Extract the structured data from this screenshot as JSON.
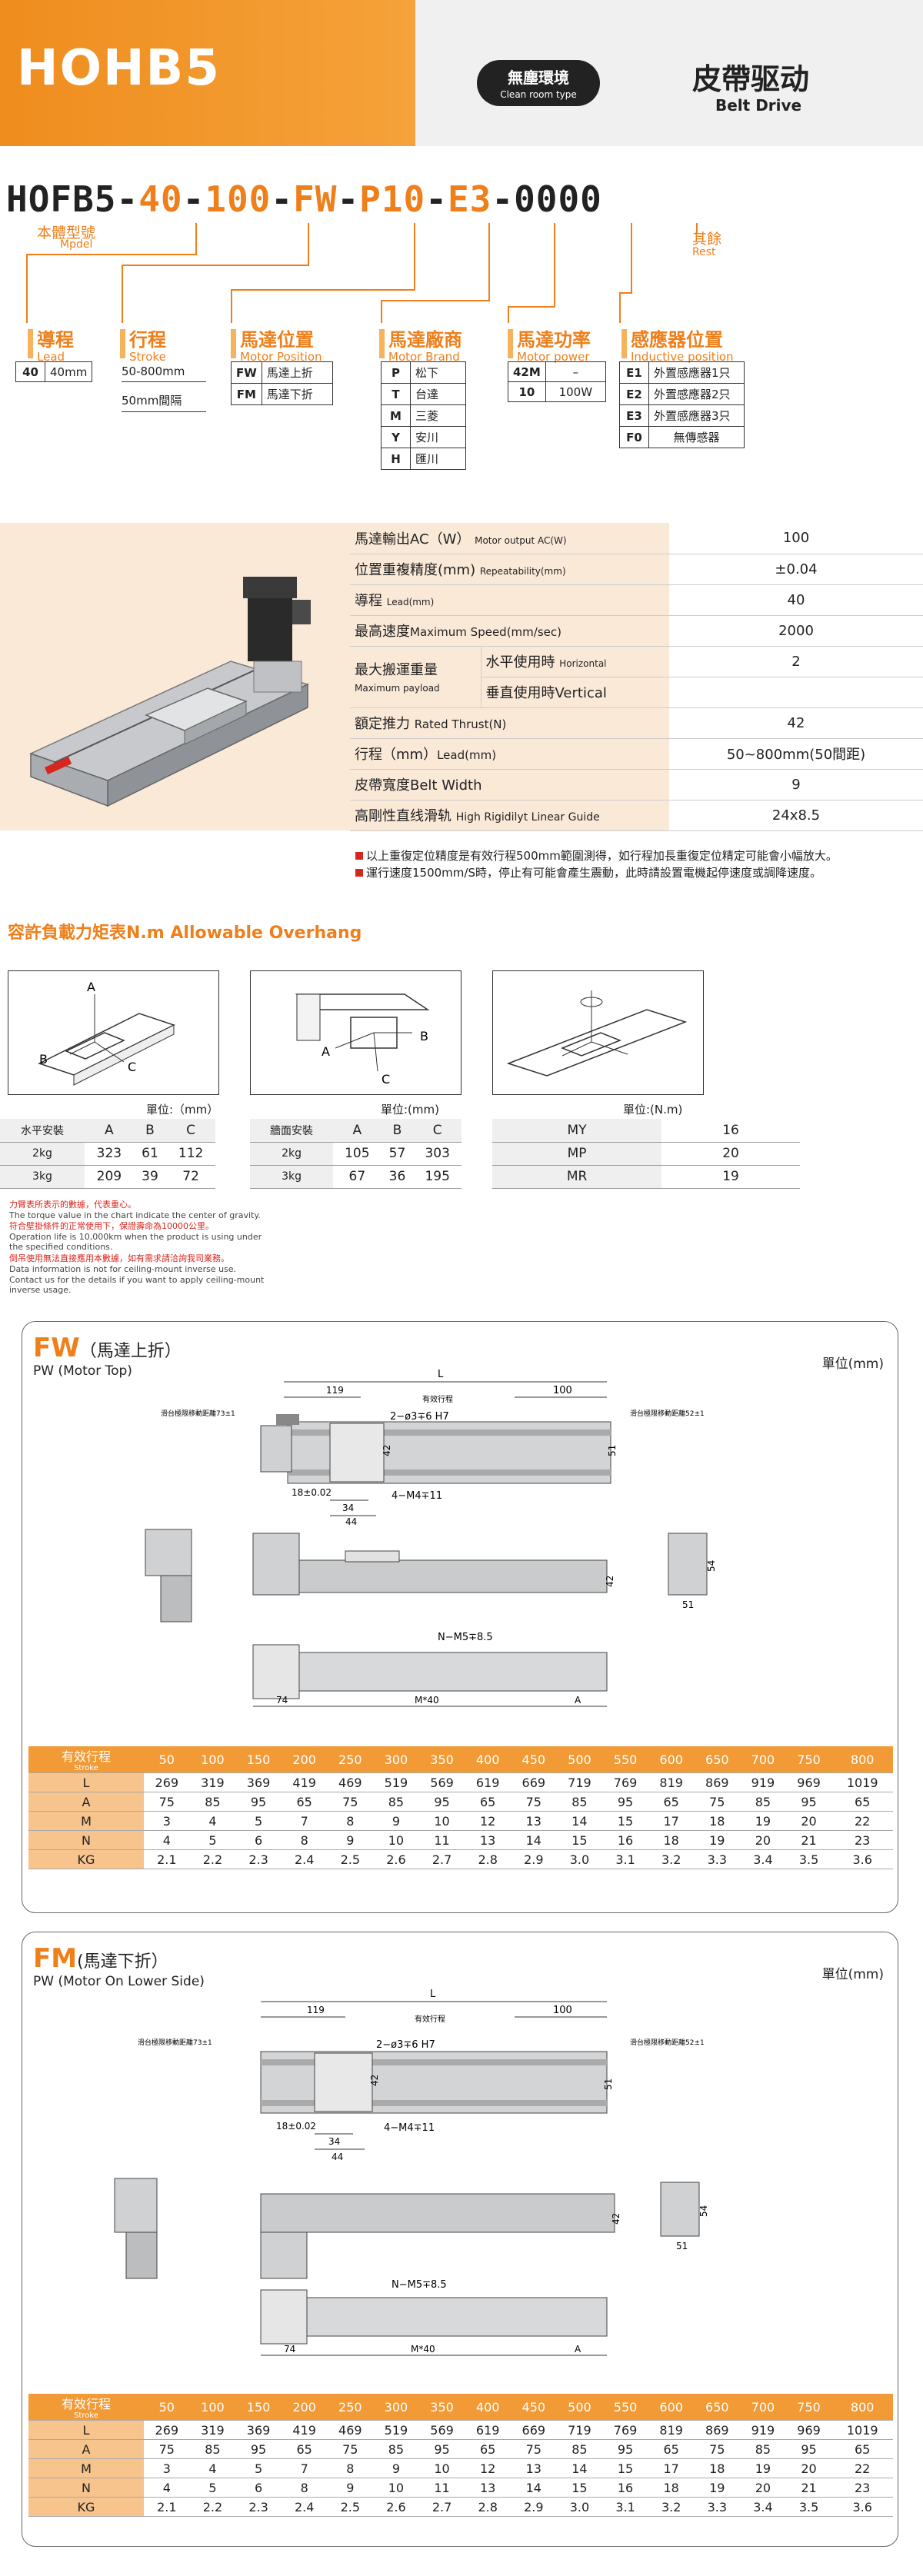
{
  "header": {
    "title": "HOHB5",
    "clean_zh": "無塵環境",
    "clean_en": "Clean room type",
    "drive_zh": "皮帶驱动",
    "drive_en": "Belt Drive"
  },
  "model": {
    "code_parts": [
      "HOFB5",
      "-",
      "40",
      "-",
      "100",
      "-",
      "FW",
      "-",
      "P10",
      "-",
      "E3",
      "-",
      "0000"
    ],
    "body_label": "本體型號",
    "body_label_en": "Mpdel",
    "rest_label": "其餘",
    "rest_label_en": "Rest"
  },
  "options": {
    "lead": {
      "zh": "導程",
      "en": "Lead",
      "rows": [
        [
          "40",
          "40mm"
        ]
      ]
    },
    "stroke": {
      "zh": "行程",
      "en": "Stroke",
      "rows": [
        "50-800mm",
        "50mm間隔"
      ]
    },
    "motor_position": {
      "zh": "馬達位置",
      "en": "Motor Position",
      "rows": [
        [
          "FW",
          "馬達上折"
        ],
        [
          "FM",
          "馬達下折"
        ]
      ]
    },
    "motor_brand": {
      "zh": "馬達廠商",
      "en": "Motor Brand",
      "rows": [
        [
          "P",
          "松下"
        ],
        [
          "T",
          "台達"
        ],
        [
          "M",
          "三菱"
        ],
        [
          "Y",
          "安川"
        ],
        [
          "H",
          "匯川"
        ]
      ]
    },
    "motor_power": {
      "zh": "馬達功率",
      "en": "Motor power",
      "rows": [
        [
          "42M",
          "–"
        ],
        [
          "10",
          "100W"
        ]
      ]
    },
    "sensor": {
      "zh": "感應器位置",
      "en": "Inductive position",
      "rows": [
        [
          "E1",
          "外置感應器1只"
        ],
        [
          "E2",
          "外置感應器2只"
        ],
        [
          "E3",
          "外置感應器3只"
        ],
        [
          "F0",
          "無傳感器"
        ]
      ]
    }
  },
  "specs": [
    {
      "label": "馬達輸出AC（W）",
      "small": "Motor output  AC(W)",
      "value": "100"
    },
    {
      "label": "位置重複精度(mm)",
      "small": "Repeatability(mm)",
      "value": "±0.04"
    },
    {
      "label": "導程",
      "small": "Lead(mm)",
      "value": "40"
    },
    {
      "label": "最高速度",
      "small": "Maximum Speed(mm/sec)",
      "value": "2000"
    },
    {
      "label": "最大搬運重量",
      "small": "Maximum payload",
      "sub1": "水平使用時",
      "sub1_en": "Horizontal",
      "sub2": "垂直使用時",
      "sub2_en": "Vertical",
      "value": "2",
      "value2": ""
    },
    {
      "label": "額定推力",
      "small": "Rated Thrust(N)",
      "value": "42"
    },
    {
      "label": "行程（mm）",
      "small": "Lead(mm)",
      "value": "50~800mm(50間距)"
    },
    {
      "label": "皮帶寬度",
      "small": "Belt Width",
      "value": "9"
    },
    {
      "label": "高剛性直线滑轨",
      "small": "High Rigidilyt Linear Guide",
      "value": "24x8.5"
    }
  ],
  "notes": [
    "以上重復定位精度是有效行程500mm範圍測得，如行程加長重復定位精定可能會小幅放大。",
    "運行速度1500mm/S時，停止有可能會產生震動，此時請設置電機起停速度或調降速度。"
  ],
  "overhang": {
    "title": "容許負載力矩表N.m",
    "title_en": "Allowable Overhang",
    "unit1": "單位:（mm）",
    "unit2": "單位:(mm)",
    "unit3": "單位:(N.m)",
    "table1": {
      "corner": "水平安裝",
      "cols": [
        "A",
        "B",
        "C"
      ],
      "rows": [
        [
          "2kg",
          "323",
          "61",
          "112"
        ],
        [
          "3kg",
          "209",
          "39",
          "72"
        ]
      ]
    },
    "table2": {
      "corner": "牆面安裝",
      "cols": [
        "A",
        "B",
        "C"
      ],
      "rows": [
        [
          "2kg",
          "105",
          "57",
          "303"
        ],
        [
          "3kg",
          "67",
          "36",
          "195"
        ]
      ]
    },
    "table3": {
      "rows": [
        [
          "MY",
          "16"
        ],
        [
          "MP",
          "20"
        ],
        [
          "MR",
          "19"
        ]
      ]
    },
    "fine_print": [
      "力臂表所表示的數據，代表重心。",
      "The torque value in the chart indicate the center of gravity.",
      "符合壁掛條件的正常使用下，保證壽命為10000公里。",
      "Operation life is 10,000km when the product is using under the specified conditions.",
      "倒吊使用無法直接應用本數據，如有需求請洽詢我司業務。",
      "Data information is not for ceiling-mount inverse use.",
      "Contact us for the details if you want to apply ceiling-mount inverse usage."
    ]
  },
  "drawings": {
    "fw": {
      "code": "FW",
      "zh": "（馬達上折）",
      "en": "PW (Motor Top)",
      "unit": "單位(mm)"
    },
    "fm": {
      "code": "FM",
      "zh": "(馬達下折）",
      "en": "PW (Motor On Lower Side)",
      "unit": "單位(mm)"
    },
    "dims": {
      "L": "L",
      "d119": "119",
      "d100": "100",
      "eff": "有效行程",
      "pin": "2−ø3∓6  H7",
      "tap": "4−M4∓11",
      "d18": "18±0.02",
      "d34": "34",
      "d44": "44",
      "d42": "42",
      "d51": "51",
      "d54": "54",
      "nm5": "N−M5∓8.5",
      "d74": "74",
      "m40": "M*40",
      "A": "A",
      "sl": "滑台極限移動距離73±1",
      "sr": "滑台極限移動距離52±1"
    }
  },
  "stroke_table": {
    "header_label": "有效行程",
    "header_sub": "Stroke",
    "strokes": [
      "50",
      "100",
      "150",
      "200",
      "250",
      "300",
      "350",
      "400",
      "450",
      "500",
      "550",
      "600",
      "650",
      "700",
      "750",
      "800"
    ],
    "rows": [
      {
        "name": "L",
        "values": [
          "269",
          "319",
          "369",
          "419",
          "469",
          "519",
          "569",
          "619",
          "669",
          "719",
          "769",
          "819",
          "869",
          "919",
          "969",
          "1019"
        ]
      },
      {
        "name": "A",
        "values": [
          "75",
          "85",
          "95",
          "65",
          "75",
          "85",
          "95",
          "65",
          "75",
          "85",
          "95",
          "65",
          "75",
          "85",
          "95",
          "65"
        ]
      },
      {
        "name": "M",
        "values": [
          "3",
          "4",
          "5",
          "7",
          "8",
          "9",
          "10",
          "12",
          "13",
          "14",
          "15",
          "17",
          "18",
          "19",
          "20",
          "22"
        ]
      },
      {
        "name": "N",
        "values": [
          "4",
          "5",
          "6",
          "8",
          "9",
          "10",
          "11",
          "13",
          "14",
          "15",
          "16",
          "18",
          "19",
          "20",
          "21",
          "23"
        ]
      },
      {
        "name": "KG",
        "values": [
          "2.1",
          "2.2",
          "2.3",
          "2.4",
          "2.5",
          "2.6",
          "2.7",
          "2.8",
          "2.9",
          "3.0",
          "3.1",
          "3.2",
          "3.3",
          "3.4",
          "3.5",
          "3.6"
        ]
      }
    ]
  },
  "colors": {
    "accent": "#ee7f1a",
    "light": "#fbe9d8",
    "header_row": "#f29a35",
    "red_mark": "#d7261e"
  }
}
